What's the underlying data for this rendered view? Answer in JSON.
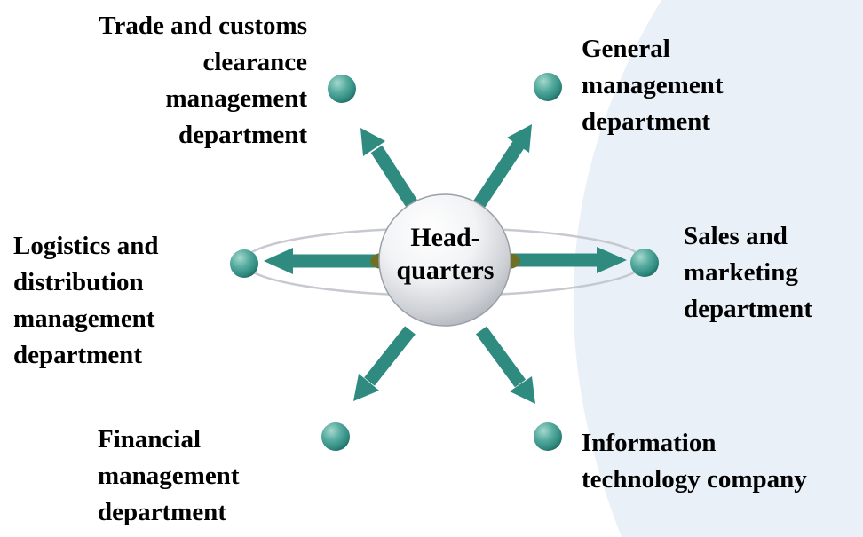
{
  "diagram": {
    "center": {
      "label": "Head-\nquarters"
    },
    "nodes": [
      {
        "id": "trade",
        "label": "Trade and customs\nclearance\nmanagement\ndepartment"
      },
      {
        "id": "general",
        "label": "General\nmanagement\ndepartment"
      },
      {
        "id": "logistics",
        "label": "Logistics and\ndistribution\nmanagement\ndepartment"
      },
      {
        "id": "sales",
        "label": "Sales and\nmarketing\ndepartment"
      },
      {
        "id": "financial",
        "label": "Financial\nmanagement\ndepartment"
      },
      {
        "id": "it",
        "label": "Information\ntechnology company"
      }
    ],
    "colors": {
      "arrow": "#2F8A80",
      "node": "#2F8A80",
      "ring": "#C6CAD0",
      "ring_shadow": "#6F7022",
      "text": "#000000",
      "swoosh": "#EAF0F8",
      "sphere_edge": "#9AA0A6"
    }
  }
}
